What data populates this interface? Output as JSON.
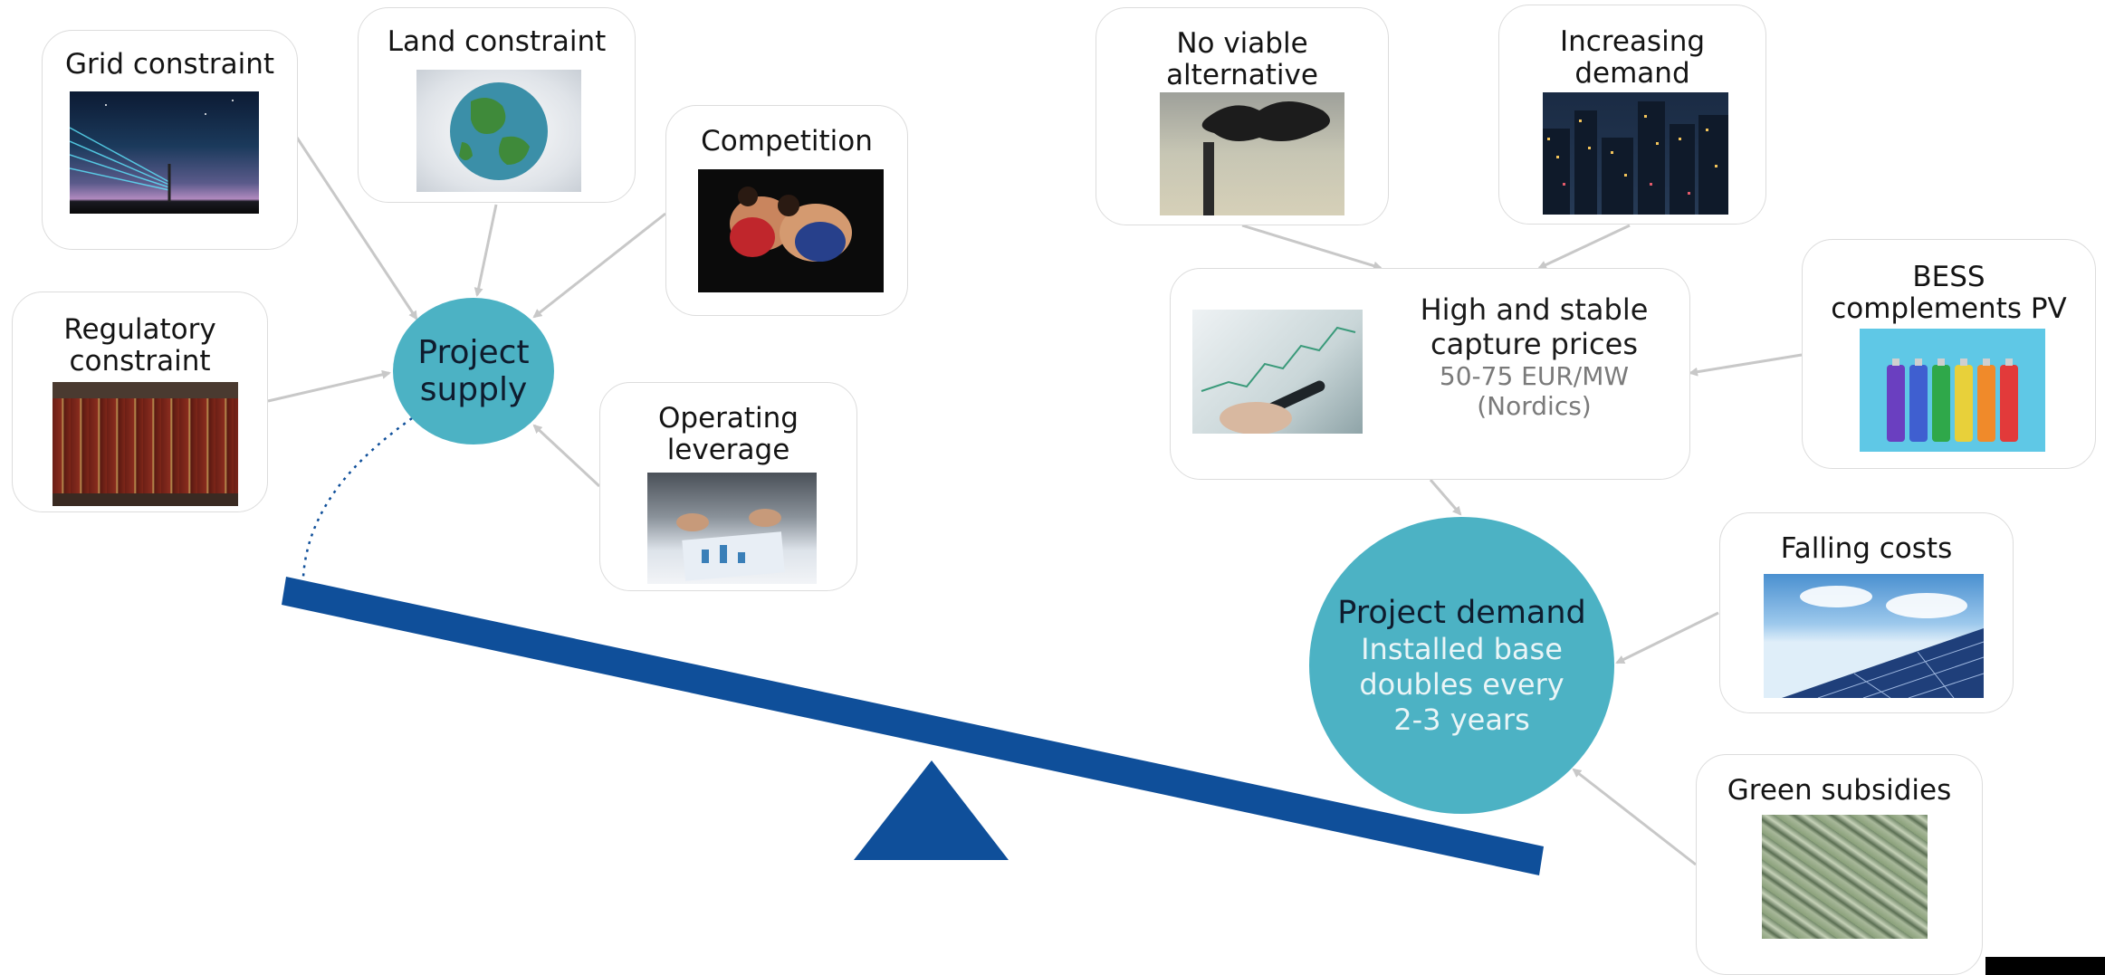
{
  "colors": {
    "hub": "#4cb2c4",
    "beam": "#0f4f9a",
    "arrow": "#c8c8c8",
    "card_border": "#dcdcdc"
  },
  "supply": {
    "hub": {
      "line1": "Project",
      "line2": "supply"
    },
    "cards": {
      "grid": {
        "title": "Grid constraint",
        "image": "night-sky-power-lines"
      },
      "land": {
        "title": "Land constraint",
        "image": "green-earth-globe"
      },
      "competition": {
        "title": "Competition",
        "image": "wrestlers"
      },
      "regulatory": {
        "line1": "Regulatory",
        "line2": "constraint",
        "image": "law-books"
      },
      "operating": {
        "line1": "Operating",
        "line2": "leverage",
        "image": "business-meeting"
      }
    }
  },
  "demand": {
    "hub": {
      "title": "Project demand",
      "line1": "Installed base",
      "line2": "doubles every",
      "line3": "2-3 years"
    },
    "prices": {
      "line1": "High and stable",
      "line2": "capture prices",
      "line3": "50-75 EUR/MW",
      "line4": "(Nordics)",
      "image": "stock-chart-pen"
    },
    "cards": {
      "no_alternative": {
        "line1": "No viable",
        "line2": "alternative",
        "image": "smokestack"
      },
      "increasing_demand": {
        "line1": "Increasing",
        "line2": "demand",
        "image": "city-night-lights"
      },
      "bess": {
        "line1": "BESS",
        "line2": "complements PV",
        "image": "colorful-batteries"
      },
      "falling_costs": {
        "title": "Falling costs",
        "image": "solar-panels"
      },
      "subsidies": {
        "title": "Green subsidies",
        "image": "dollar-bills"
      }
    }
  }
}
